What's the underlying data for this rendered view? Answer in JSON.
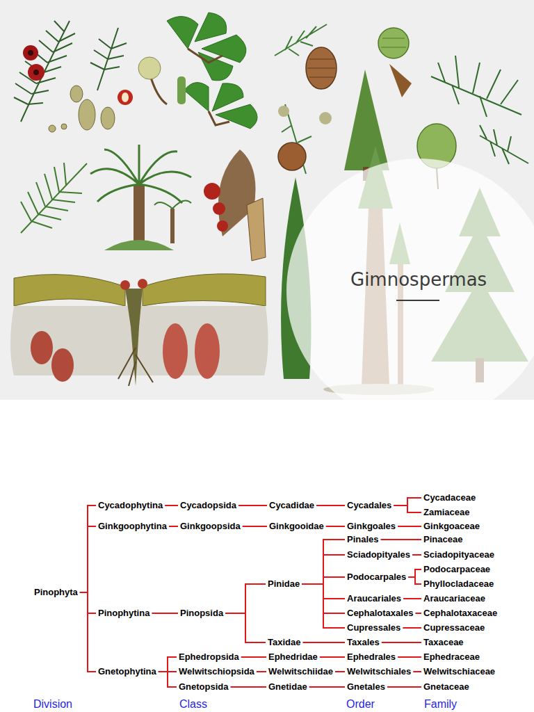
{
  "diagram": {
    "title": "Gimnospermas",
    "nodes": [
      {
        "text": [
          "Pinophyta"
        ]
      },
      {
        "text": [
          "Cycadophytina"
        ]
      },
      {
        "text": [
          "Cycadopsida"
        ]
      },
      {
        "text": [
          "Cycadidae"
        ]
      },
      {
        "text": [
          "Cycadales"
        ]
      },
      {
        "text": [
          "Cycadaceae"
        ]
      },
      {
        "text": [
          "Zamiaceae"
        ]
      },
      {
        "text": [
          "Ginkgoophytina"
        ]
      },
      {
        "text": [
          "Ginkgoopsida"
        ]
      },
      {
        "text": [
          "Ginkgooidae"
        ]
      },
      {
        "text": [
          "Ginkgoales"
        ]
      },
      {
        "text": [
          "Ginkgoaceae"
        ]
      },
      {
        "text": [
          "Pinophytina"
        ]
      },
      {
        "text": [
          "Pinopsida"
        ]
      },
      {
        "text": [
          "Pinidae"
        ]
      },
      {
        "text": [
          "Pinales"
        ]
      },
      {
        "text": [
          "Pinaceae"
        ]
      },
      {
        "text": [
          "Sciadopityales"
        ]
      },
      {
        "text": [
          "Sciadopityaceae"
        ]
      },
      {
        "text": [
          "Podocarpales"
        ]
      },
      {
        "text": [
          "Podocarpaceae"
        ]
      },
      {
        "text": [
          "Phyllocladaceae"
        ]
      },
      {
        "text": [
          "Araucariales"
        ]
      },
      {
        "text": [
          "Araucariaceae"
        ]
      },
      {
        "text": [
          "Cephalotaxales"
        ]
      },
      {
        "text": [
          "Cephalotaxaceae"
        ]
      },
      {
        "text": [
          "Cupressales"
        ]
      },
      {
        "text": [
          "Cupressaceae"
        ]
      },
      {
        "text": [
          "Taxidae"
        ]
      },
      {
        "text": [
          "Taxales"
        ]
      },
      {
        "text": [
          "Taxaceae"
        ]
      },
      {
        "text": [
          "Gnetophytina"
        ]
      },
      {
        "text": [
          "Ephedropsida"
        ]
      },
      {
        "text": [
          "Ephedridae"
        ]
      },
      {
        "text": [
          "Ephedrales"
        ]
      },
      {
        "text": [
          "Ephedraceae"
        ]
      },
      {
        "text": [
          "Welwitschiopsida"
        ]
      },
      {
        "text": [
          "Welwitschiidae"
        ]
      },
      {
        "text": [
          "Welwitschiales"
        ]
      },
      {
        "text": [
          "Welwitschiaceae"
        ]
      },
      {
        "text": [
          "Gnetopsida"
        ]
      },
      {
        "text": [
          "Gnetidae"
        ]
      },
      {
        "text": [
          "Gnetales"
        ]
      },
      {
        "text": [
          "Gnetaceae"
        ]
      }
    ],
    "edges": [
      {
        "from": 0,
        "to": 1,
        "arrow": "none"
      },
      {
        "from": 1,
        "to": 2,
        "arrow": "none"
      },
      {
        "from": 2,
        "to": 3,
        "arrow": "none"
      },
      {
        "from": 3,
        "to": 4,
        "arrow": "none"
      },
      {
        "from": 4,
        "to": 5,
        "arrow": "none"
      },
      {
        "from": 4,
        "to": 6,
        "arrow": "none"
      },
      {
        "from": 0,
        "to": 7,
        "arrow": "none"
      },
      {
        "from": 7,
        "to": 8,
        "arrow": "none"
      },
      {
        "from": 8,
        "to": 9,
        "arrow": "none"
      },
      {
        "from": 9,
        "to": 10,
        "arrow": "none"
      },
      {
        "from": 10,
        "to": 11,
        "arrow": "none"
      },
      {
        "from": 0,
        "to": 12,
        "arrow": "none"
      },
      {
        "from": 12,
        "to": 13,
        "arrow": "none"
      },
      {
        "from": 13,
        "to": 14,
        "arrow": "none"
      },
      {
        "from": 14,
        "to": 15,
        "arrow": "none"
      },
      {
        "from": 15,
        "to": 16,
        "arrow": "none"
      },
      {
        "from": 14,
        "to": 17,
        "arrow": "none"
      },
      {
        "from": 17,
        "to": 18,
        "arrow": "none"
      },
      {
        "from": 14,
        "to": 19,
        "arrow": "none"
      },
      {
        "from": 19,
        "to": 20,
        "arrow": "none"
      },
      {
        "from": 19,
        "to": 21,
        "arrow": "none"
      },
      {
        "from": 14,
        "to": 22,
        "arrow": "none"
      },
      {
        "from": 22,
        "to": 23,
        "arrow": "none"
      },
      {
        "from": 14,
        "to": 24,
        "arrow": "none"
      },
      {
        "from": 24,
        "to": 25,
        "arrow": "none"
      },
      {
        "from": 14,
        "to": 26,
        "arrow": "none"
      },
      {
        "from": 26,
        "to": 27,
        "arrow": "none"
      },
      {
        "from": 13,
        "to": 28,
        "arrow": "none"
      },
      {
        "from": 28,
        "to": 29,
        "arrow": "none"
      },
      {
        "from": 29,
        "to": 30,
        "arrow": "none"
      },
      {
        "from": 0,
        "to": 31,
        "arrow": "none"
      },
      {
        "from": 31,
        "to": 32,
        "arrow": "none"
      },
      {
        "from": 32,
        "to": 33,
        "arrow": "none"
      },
      {
        "from": 33,
        "to": 34,
        "arrow": "none"
      },
      {
        "from": 34,
        "to": 35,
        "arrow": "none"
      },
      {
        "from": 31,
        "to": 36,
        "arrow": "none"
      },
      {
        "from": 36,
        "to": 37,
        "arrow": "none"
      },
      {
        "from": 37,
        "to": 38,
        "arrow": "none"
      },
      {
        "from": 38,
        "to": 39,
        "arrow": "none"
      },
      {
        "from": 31,
        "to": 40,
        "arrow": "none"
      },
      {
        "from": 40,
        "to": 41,
        "arrow": "none"
      },
      {
        "from": 41,
        "to": 42,
        "arrow": "none"
      },
      {
        "from": 42,
        "to": 43,
        "arrow": "none"
      }
    ],
    "labels": [
      "Division",
      "Class",
      "Order",
      "Family"
    ]
  }
}
